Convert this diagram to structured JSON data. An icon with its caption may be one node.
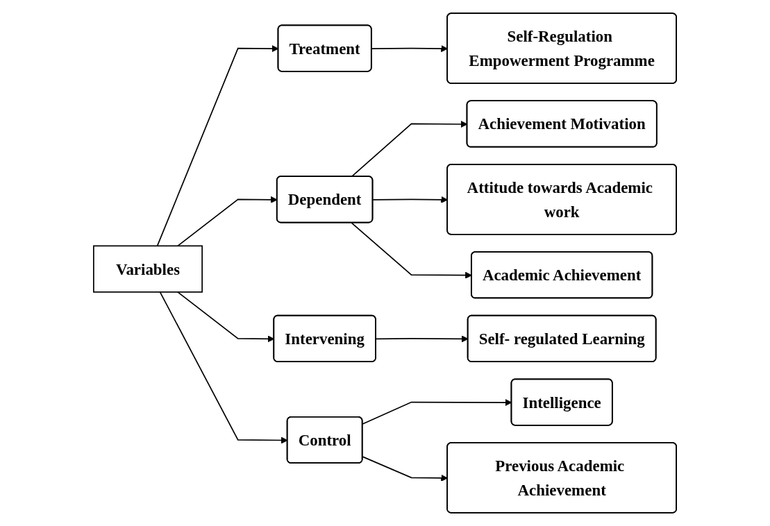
{
  "diagram": {
    "nodes": [
      {
        "text": [
          "Variables"
        ]
      },
      {
        "text": [
          "Treatment"
        ]
      },
      {
        "text": [
          "Self-Regulation Empowerment Programme"
        ]
      },
      {
        "text": [
          "Dependent"
        ]
      },
      {
        "text": [
          "Achievement Motivation"
        ]
      },
      {
        "text": [
          "Attitude towards Academic work"
        ]
      },
      {
        "text": [
          "Academic Achievement"
        ]
      },
      {
        "text": [
          "Intervening"
        ]
      },
      {
        "text": [
          "Self- regulated Learning"
        ]
      },
      {
        "text": [
          "Control"
        ]
      },
      {
        "text": [
          "Intelligence"
        ]
      },
      {
        "text": [
          "Previous Academic Achievement"
        ]
      }
    ],
    "edges": [
      {
        "from": 0,
        "to": 1,
        "arrow": "to"
      },
      {
        "from": 1,
        "to": 2,
        "arrow": "to"
      },
      {
        "from": 0,
        "to": 3,
        "arrow": "to"
      },
      {
        "from": 3,
        "to": 4,
        "arrow": "to"
      },
      {
        "from": 3,
        "to": 5,
        "arrow": "to"
      },
      {
        "from": 3,
        "to": 6,
        "arrow": "to"
      },
      {
        "from": 0,
        "to": 7,
        "arrow": "to"
      },
      {
        "from": 7,
        "to": 8,
        "arrow": "to"
      },
      {
        "from": 0,
        "to": 9,
        "arrow": "to"
      },
      {
        "from": 9,
        "to": 10,
        "arrow": "to"
      },
      {
        "from": 9,
        "to": 11,
        "arrow": "to"
      }
    ]
  }
}
